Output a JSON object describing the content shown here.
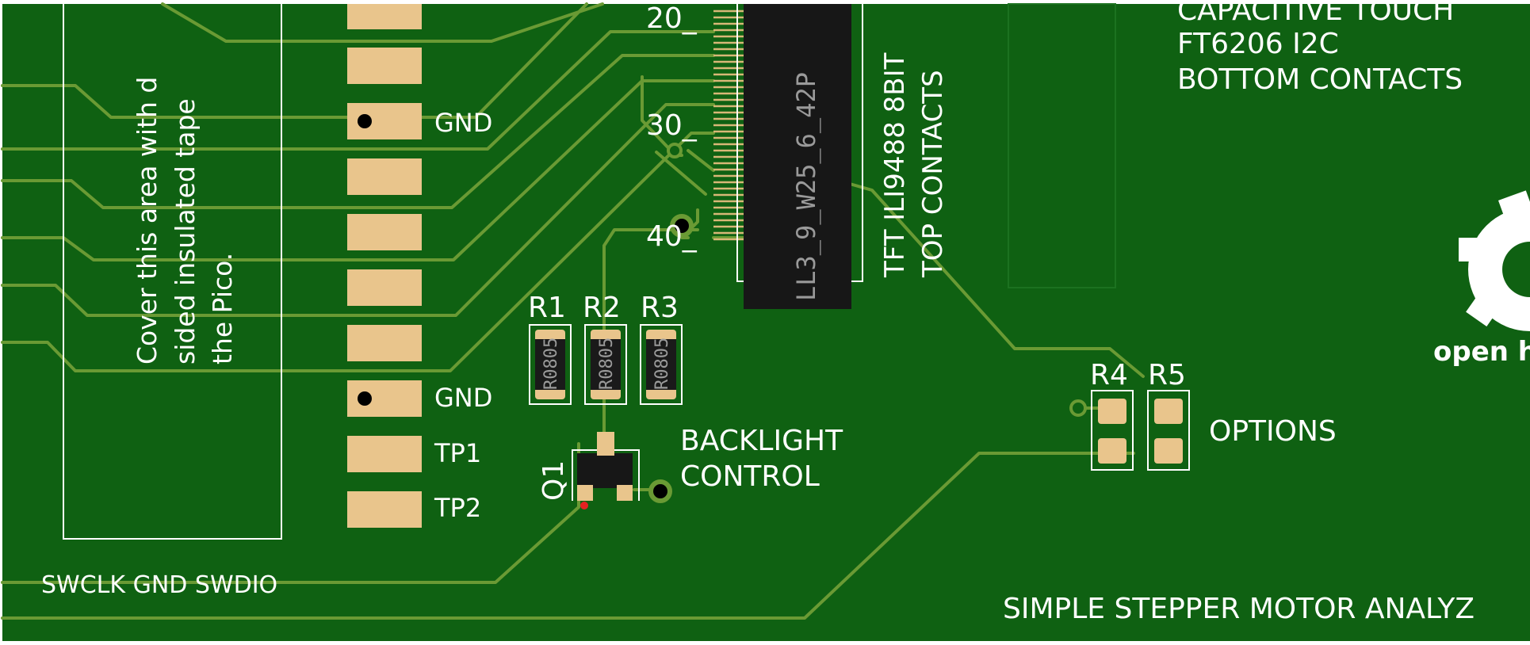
{
  "board": {
    "note_lines": [
      "Cover this area with d",
      "sided insulated tape",
      "the Pico."
    ],
    "header_labels": [
      "GND",
      "GND",
      "TP1",
      "TP2"
    ],
    "swd_label": "SWCLK GND SWDIO",
    "pin_numbers": [
      "20_",
      "30_",
      "40_"
    ],
    "tft_connector": [
      "TFT ILI9488 8BIT",
      "TOP CONTACTS"
    ],
    "connector_part_text": "LL3_9_W25_6_42P",
    "touch_lines": [
      "CAPACITIVE TOUCH",
      "FT6206 I2C",
      "BOTTOM CONTACTS"
    ],
    "resistors": [
      "R1",
      "R2",
      "R3"
    ],
    "resistor_package": "R0805",
    "transistor": "Q1",
    "transistor_note": [
      "BACKLIGHT",
      "CONTROL"
    ],
    "option_resistors": [
      "R4",
      "R5"
    ],
    "options_label": "OPTIONS",
    "logo_text": "open ha",
    "title_text": "SIMPLE STEPPER MOTOR ANALYZ"
  },
  "colors": {
    "board": "#0f6112",
    "trace": "#6a9a34",
    "pad": "#e9c58c",
    "silkscreen": "#ffffff",
    "connector": "#171717"
  }
}
